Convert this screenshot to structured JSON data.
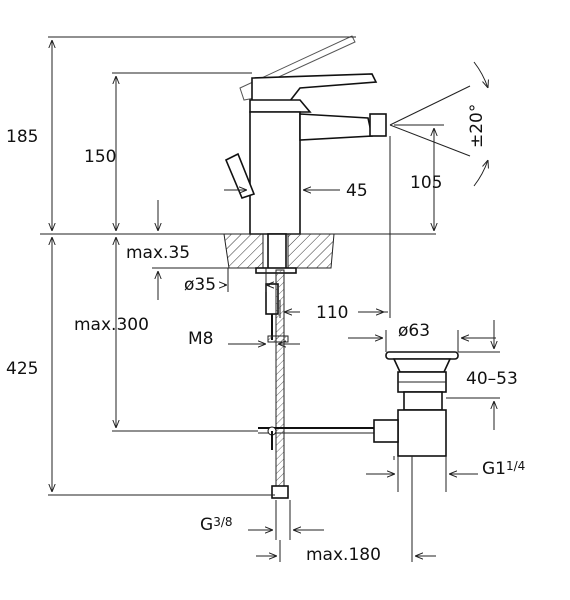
{
  "dimensions": {
    "overall_height": "185",
    "spout_height": "150",
    "outlet_height": "105",
    "spray_angle": "±20°",
    "spout_body": "45",
    "deck_thickness": "max.35",
    "hole_diameter": "ø35",
    "spout_reach": "110",
    "flexible_length": "max.300",
    "thread_stud": "M8",
    "below_deck": "425",
    "waste_diameter": "ø63",
    "waste_range": "40–53",
    "waste_thread": "G1",
    "waste_thread_fraction": "1/4",
    "supply_thread": "G",
    "supply_thread_fraction": "3/8",
    "rod_reach": "max.180"
  }
}
